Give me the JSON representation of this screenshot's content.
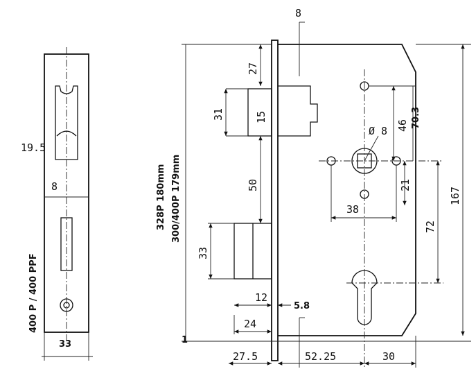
{
  "front_view": {
    "height_label": "19.5",
    "top_label": "8",
    "width_label": "33",
    "model_label": "400 P / 400 PPF"
  },
  "side_view": {
    "models_line1": "328P 180mm",
    "models_line2": "300/400P 179mm",
    "dims": {
      "d8": "8",
      "d27": "27",
      "d31": "31",
      "d15": "15",
      "d50": "50",
      "d33": "33",
      "d12": "12",
      "d5_8": "5.8",
      "d24": "24",
      "d27_5": "27.5",
      "d52_25": "52.25",
      "d30": "30",
      "d38": "38",
      "d21": "21",
      "d46": "46",
      "d70_3": "70.3",
      "d8_diam": "Ø 8",
      "d72": "72",
      "d167": "167",
      "d1": "1"
    }
  }
}
